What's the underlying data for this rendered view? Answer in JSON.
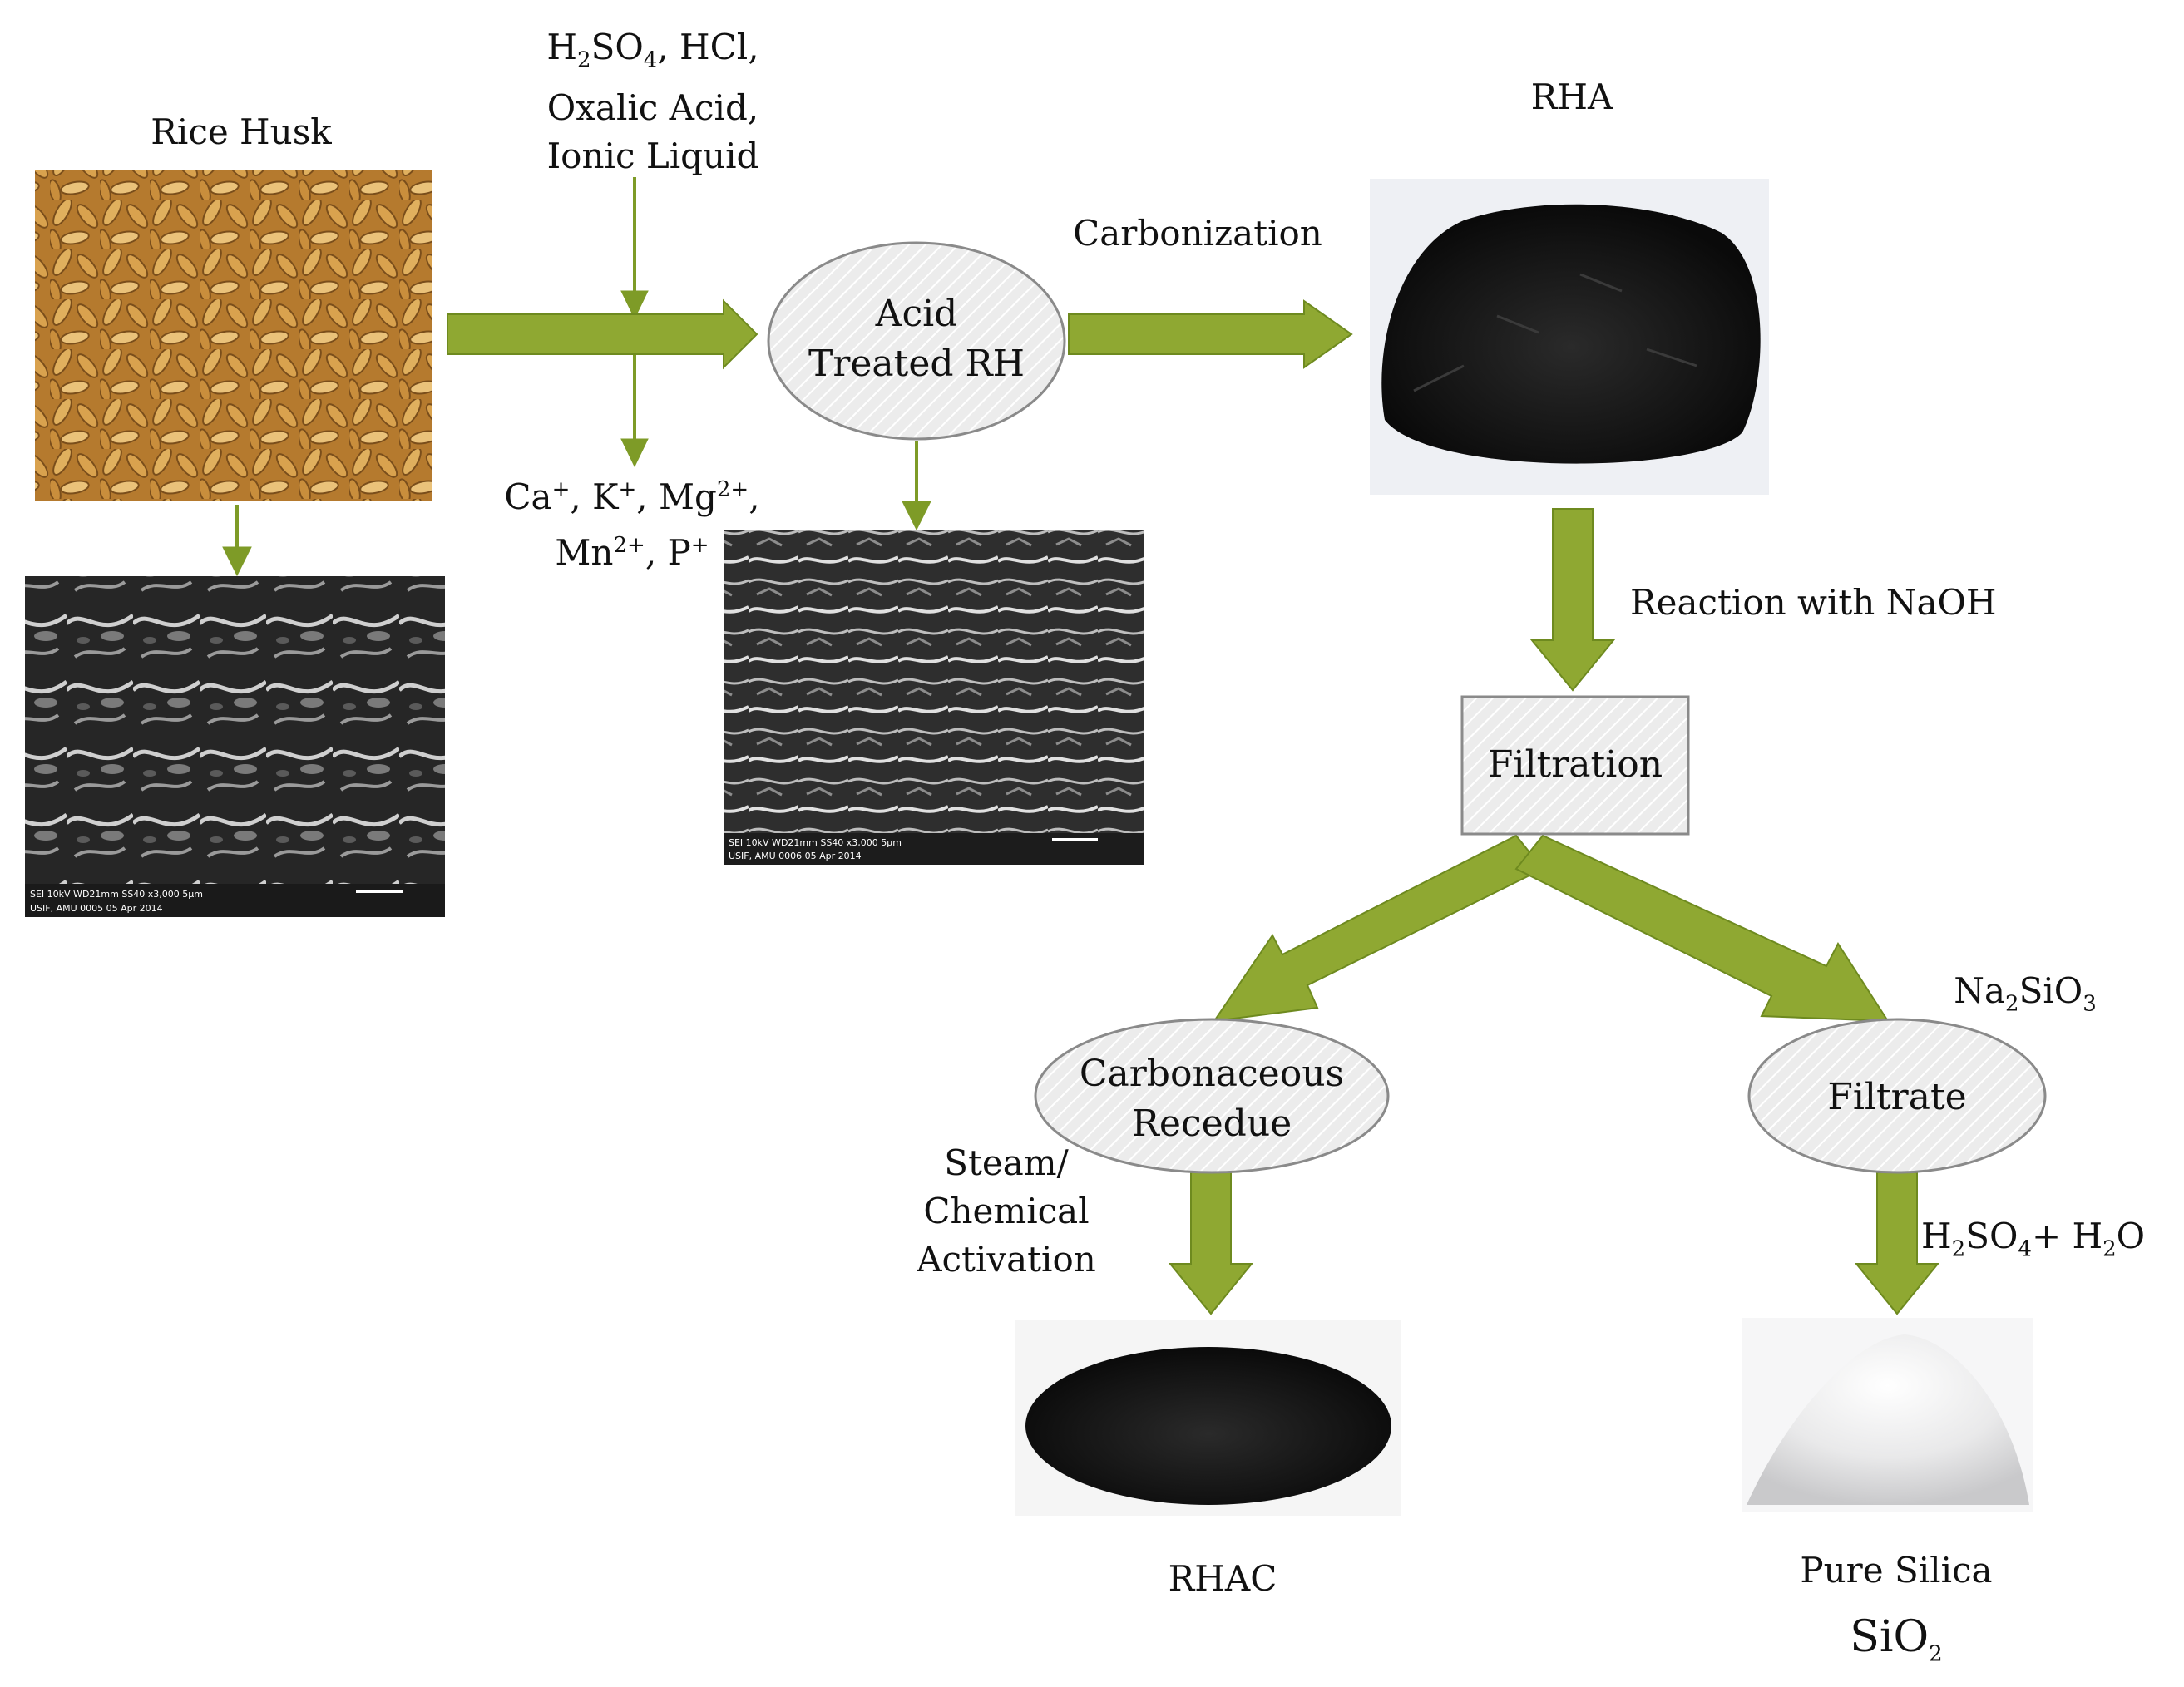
{
  "labels": {
    "rice_husk": "Rice Husk",
    "reagents": [
      "H2SO4, HCl,",
      "Oxalic Acid,",
      "Ionic Liquid"
    ],
    "removed_ions_line1": "Ca+, K+, Mg2+,",
    "removed_ions_line2": "Mn2+, P+",
    "carbonization": "Carbonization",
    "rha": "RHA",
    "reaction_naoh": "Reaction with NaOH",
    "na2sio3": "Na2SiO3",
    "steam_activation": [
      "Steam/",
      "Chemical",
      "Activation"
    ],
    "h2so4_h2o": "H2SO4+ H2O",
    "rhac": "RHAC",
    "pure_silica": "Pure Silica",
    "sio2": "SiO2"
  },
  "nodes": {
    "acid_treated": [
      "Acid",
      "Treated RH"
    ],
    "filtration": "Filtration",
    "carbonaceous": [
      "Carbonaceous",
      "Recedue"
    ],
    "filtrate": "Filtrate"
  },
  "sem_captions": {
    "left": [
      "SEI   10kV   WD21mm   SS40          x3,000    5µm",
      "USIF, AMU                                       0005    05 Apr 2014"
    ],
    "middle": [
      "SEI   10kV   WD21mm   SS40        x3,000    5µm",
      "USIF, AMU                                    0006    05 Apr 2014"
    ]
  },
  "colors": {
    "arrow_fill": "#8fa832",
    "arrow_stroke": "#6e8a1f",
    "node_fill": "#e6e6e6",
    "node_stroke": "#8a8a8a"
  }
}
